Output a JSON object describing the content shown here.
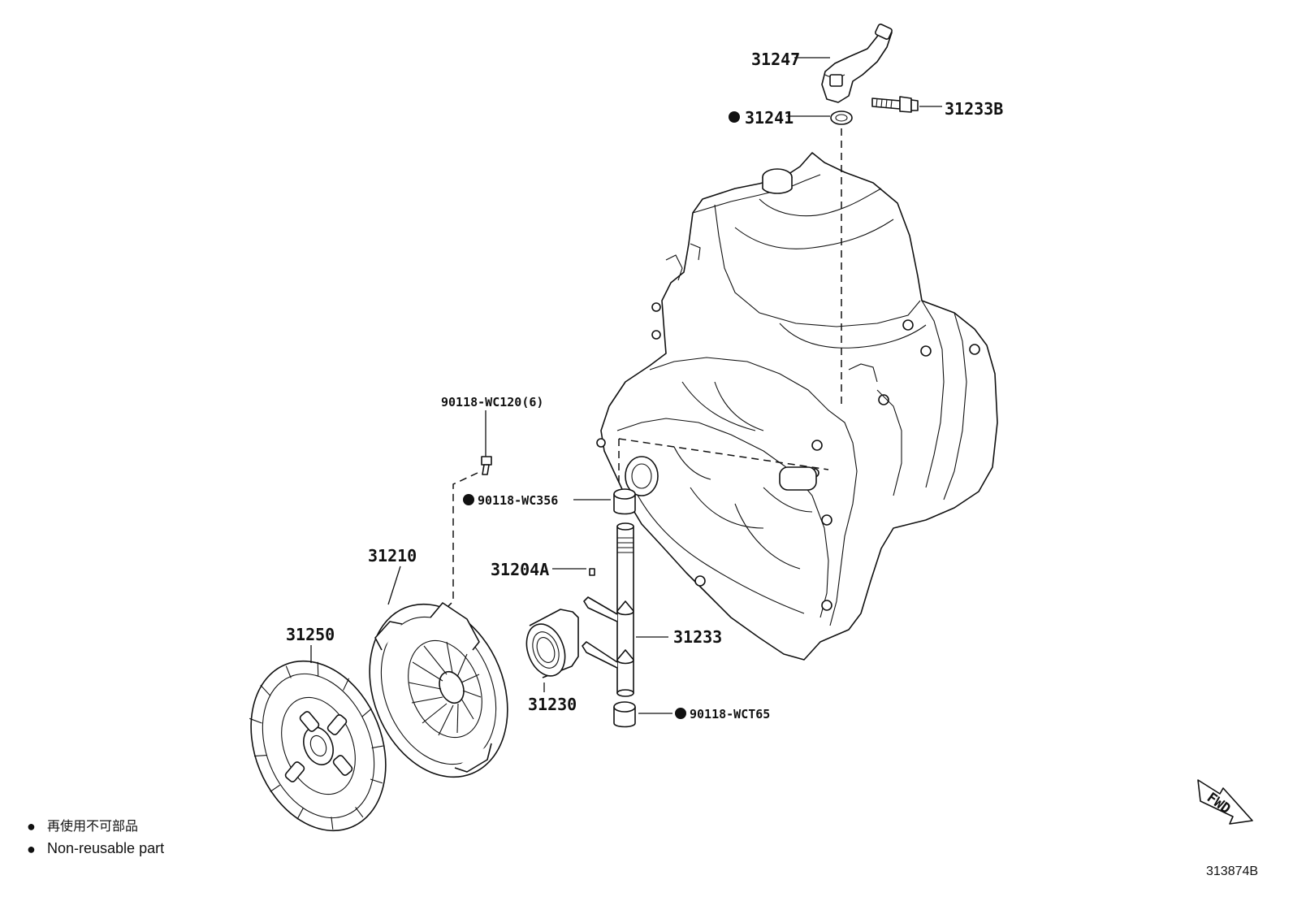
{
  "diagram": {
    "callouts": [
      {
        "id": "p31247",
        "text": "31247",
        "nonreusable": false
      },
      {
        "id": "p31241",
        "text": "31241",
        "nonreusable": true
      },
      {
        "id": "p31233B",
        "text": "31233B",
        "nonreusable": false
      },
      {
        "id": "p90118wc120",
        "text": "90118-WC120(6)",
        "nonreusable": false
      },
      {
        "id": "p90118wc356",
        "text": "90118-WC356",
        "nonreusable": true
      },
      {
        "id": "p31210",
        "text": "31210",
        "nonreusable": false
      },
      {
        "id": "p31204A",
        "text": "31204A",
        "nonreusable": false
      },
      {
        "id": "p31250",
        "text": "31250",
        "nonreusable": false
      },
      {
        "id": "p31233",
        "text": "31233",
        "nonreusable": false
      },
      {
        "id": "p31230",
        "text": "31230",
        "nonreusable": false
      },
      {
        "id": "p90118wct65",
        "text": "90118-WCT65",
        "nonreusable": true
      }
    ],
    "legend": [
      {
        "symbol": "●",
        "text": "再使用不可部品"
      },
      {
        "symbol": "●",
        "text": "Non-reusable part"
      }
    ],
    "fwd_label": "FWD",
    "drawing_number": "313874B"
  }
}
